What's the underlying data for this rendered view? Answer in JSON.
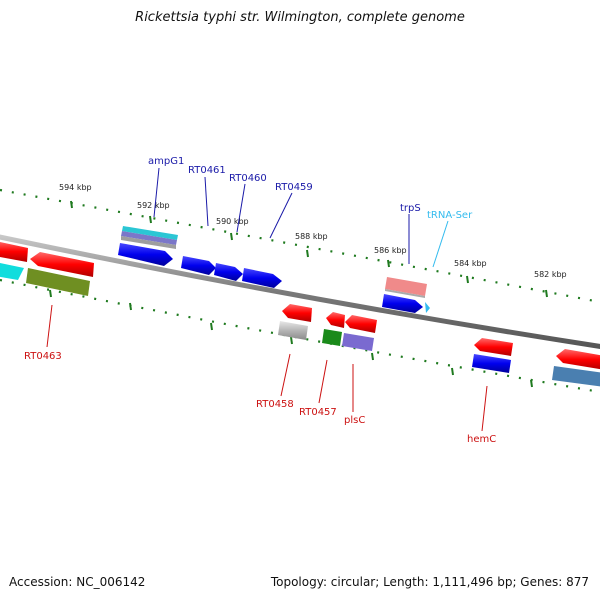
{
  "title": "Rickettsia typhi str. Wilmington, complete genome",
  "footer": {
    "accession": "Accession: NC_006142",
    "summary": "Topology: circular; Length: 1,111,496 bp; Genes: 877"
  },
  "colors": {
    "backbone": "#888888",
    "ticks": "#1f7a1f",
    "forward_label": "#1a1aa8",
    "reverse_label": "#cc1111",
    "trna_label": "#33bbee"
  },
  "ruler_labels": [
    "594 kbp",
    "592 kbp",
    "590 kbp",
    "588 kbp",
    "586 kbp",
    "584 kbp",
    "582 kbp"
  ],
  "gene_labels": {
    "ampG1": "ampG1",
    "RT0461": "RT0461",
    "RT0460": "RT0460",
    "RT0459": "RT0459",
    "trpS": "trpS",
    "tRNA_Ser": "tRNA-Ser",
    "RT0463": "RT0463",
    "RT0458": "RT0458",
    "RT0457": "RT0457",
    "plsC": "plsC",
    "hemC": "hemC"
  }
}
